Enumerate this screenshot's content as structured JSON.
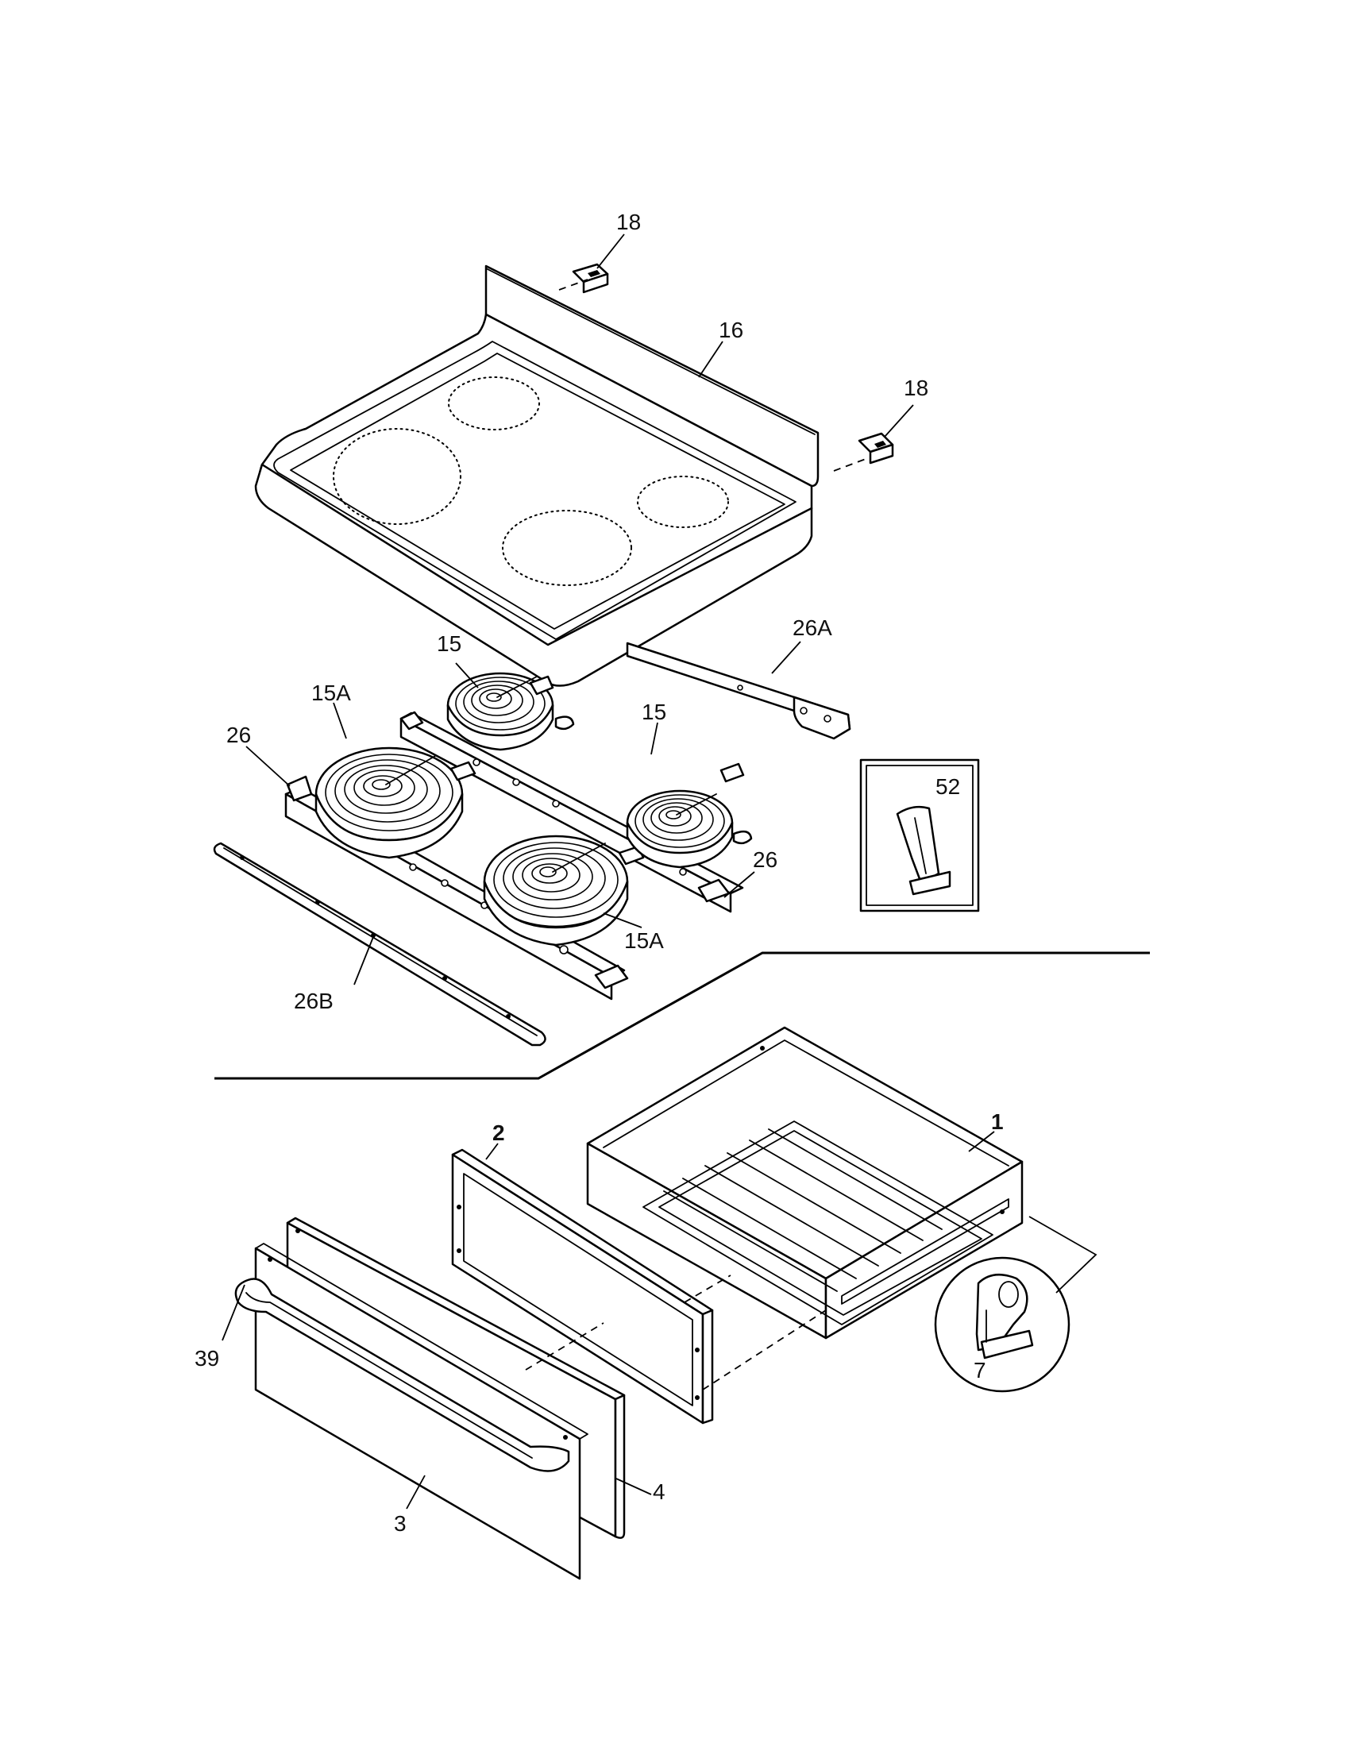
{
  "callouts": [
    {
      "key": "p18a",
      "text": "18"
    },
    {
      "key": "p16",
      "text": "16"
    },
    {
      "key": "p18b",
      "text": "18"
    },
    {
      "key": "p15a_top",
      "text": "15"
    },
    {
      "key": "p26a",
      "text": "26A"
    },
    {
      "key": "p15A_left",
      "text": "15A"
    },
    {
      "key": "p15_right",
      "text": "15"
    },
    {
      "key": "p26_left",
      "text": "26"
    },
    {
      "key": "p52",
      "text": "52"
    },
    {
      "key": "p26_right",
      "text": "26"
    },
    {
      "key": "p15A_bottom",
      "text": "15A"
    },
    {
      "key": "p26b",
      "text": "26B"
    },
    {
      "key": "p1",
      "text": "1"
    },
    {
      "key": "p2",
      "text": "2"
    },
    {
      "key": "p39",
      "text": "39"
    },
    {
      "key": "p7",
      "text": "7"
    },
    {
      "key": "p4",
      "text": "4"
    },
    {
      "key": "p3",
      "text": "3"
    }
  ]
}
